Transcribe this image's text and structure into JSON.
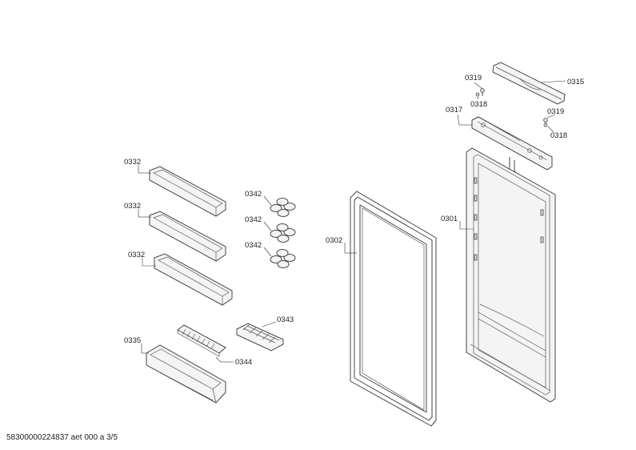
{
  "labels": {
    "p0315": "0315",
    "p0319a": "0319",
    "p0318a": "0318",
    "p0317": "0317",
    "p0319b": "0319",
    "p0318b": "0318",
    "p0301": "0301",
    "p0302": "0302",
    "p0332a": "0332",
    "p0332b": "0332",
    "p0332c": "0332",
    "p0342a": "0342",
    "p0342b": "0342",
    "p0342c": "0342",
    "p0343": "0343",
    "p0335": "0335",
    "p0344": "0344"
  },
  "footer": {
    "text": "58300000224837 aet 000 a 3/5"
  }
}
